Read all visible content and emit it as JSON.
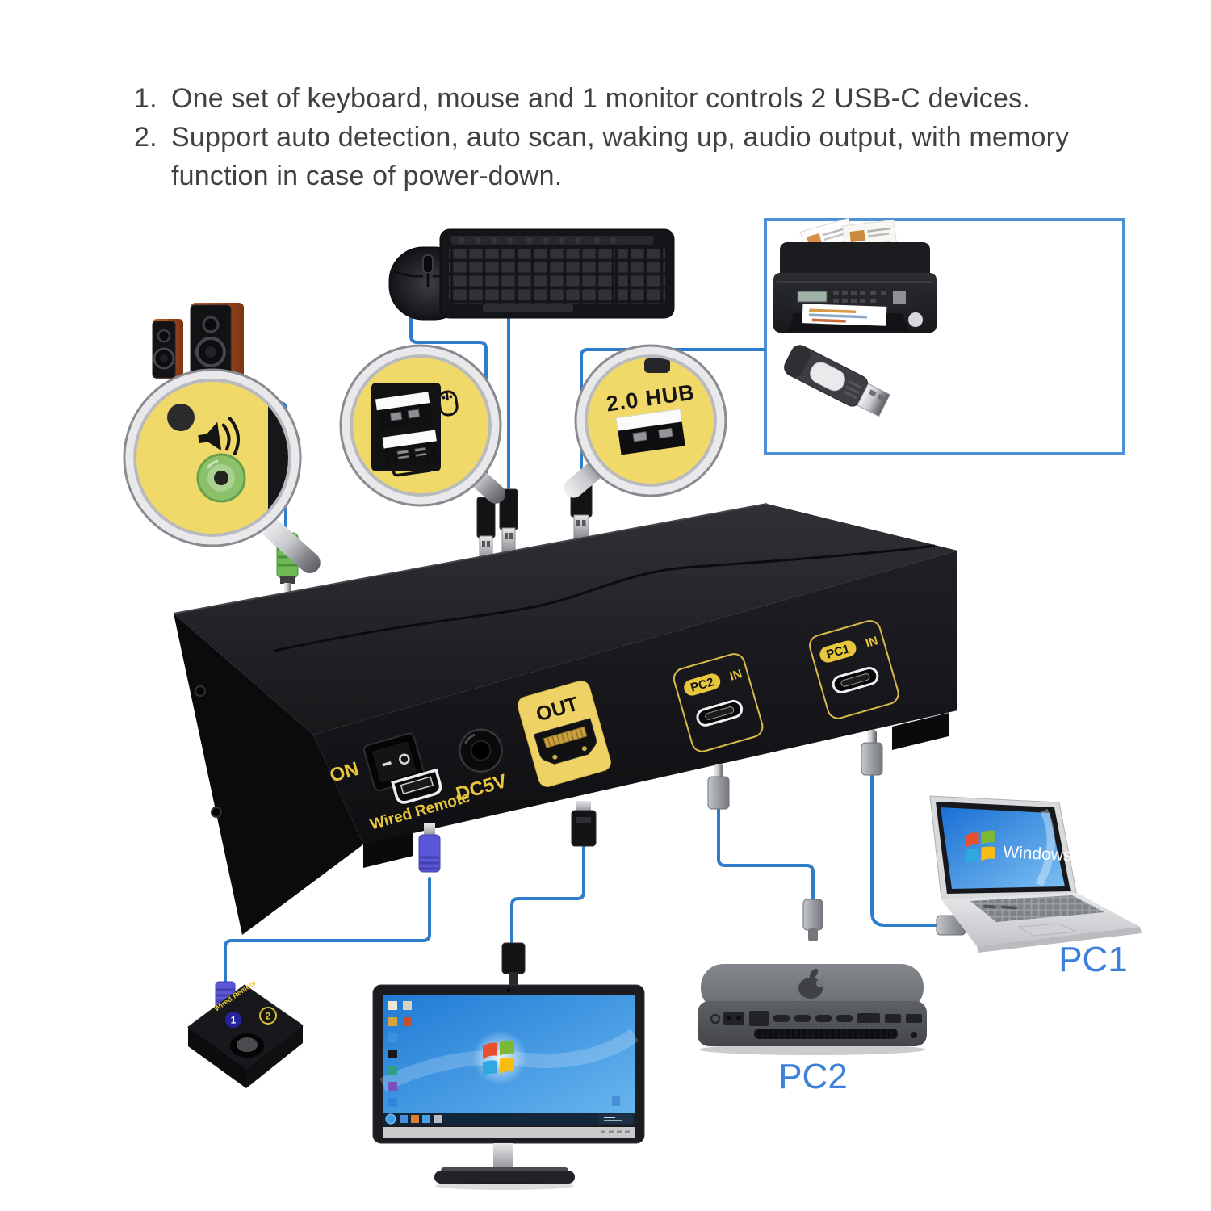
{
  "intro": {
    "items": [
      {
        "num": "1.",
        "text": "One set of keyboard, mouse and 1 monitor controls 2 USB-C devices."
      },
      {
        "num": "2.",
        "text": "Support auto detection, auto scan, waking up, audio output, with memory function in case of power-down."
      }
    ]
  },
  "kvm_box": {
    "on_label": "ON",
    "wired_remote_label": "Wired Remote",
    "dc_label": "DC5V",
    "out_label": "OUT",
    "pc2": {
      "pill": "PC2",
      "in": "IN"
    },
    "pc1": {
      "pill": "PC1",
      "in": "IN"
    }
  },
  "magnifiers": {
    "hub_label": "2.0 HUB"
  },
  "wired_remote_device": {
    "label": "Wired Remote",
    "indicator1": "1",
    "indicator2": "2"
  },
  "computers": {
    "pc1_label": "PC1",
    "pc2_label": "PC2",
    "laptop_screen_brand": "Windows"
  },
  "colors": {
    "line_blue": "#2f7ccc",
    "label_yellow": "#e9c73c",
    "magnifier_yellow": "#f0d869",
    "pc_label_blue": "#3d7fd9",
    "frame_blue": "#4f90d8"
  }
}
